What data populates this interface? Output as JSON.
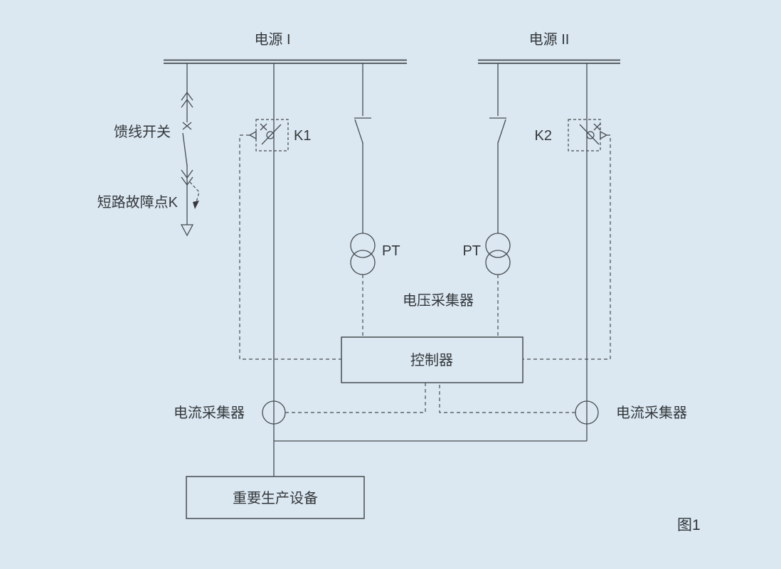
{
  "colors": {
    "background": "#dbe8f1",
    "line": "#474c51",
    "text": "#34383c"
  },
  "labels": {
    "power_source_1": "电源 I",
    "power_source_2": "电源 II",
    "feeder_switch": "馈线开关",
    "short_circuit_fault_point": "短路故障点K",
    "breaker_k1": "K1",
    "breaker_k2": "K2",
    "pt_left": "PT",
    "pt_right": "PT",
    "voltage_collector": "电压采集器",
    "controller": "控制器",
    "current_collector_left": "电流采集器",
    "current_collector_right": "电流采集器",
    "critical_equipment": "重要生产设备",
    "figure_caption": "图1"
  }
}
